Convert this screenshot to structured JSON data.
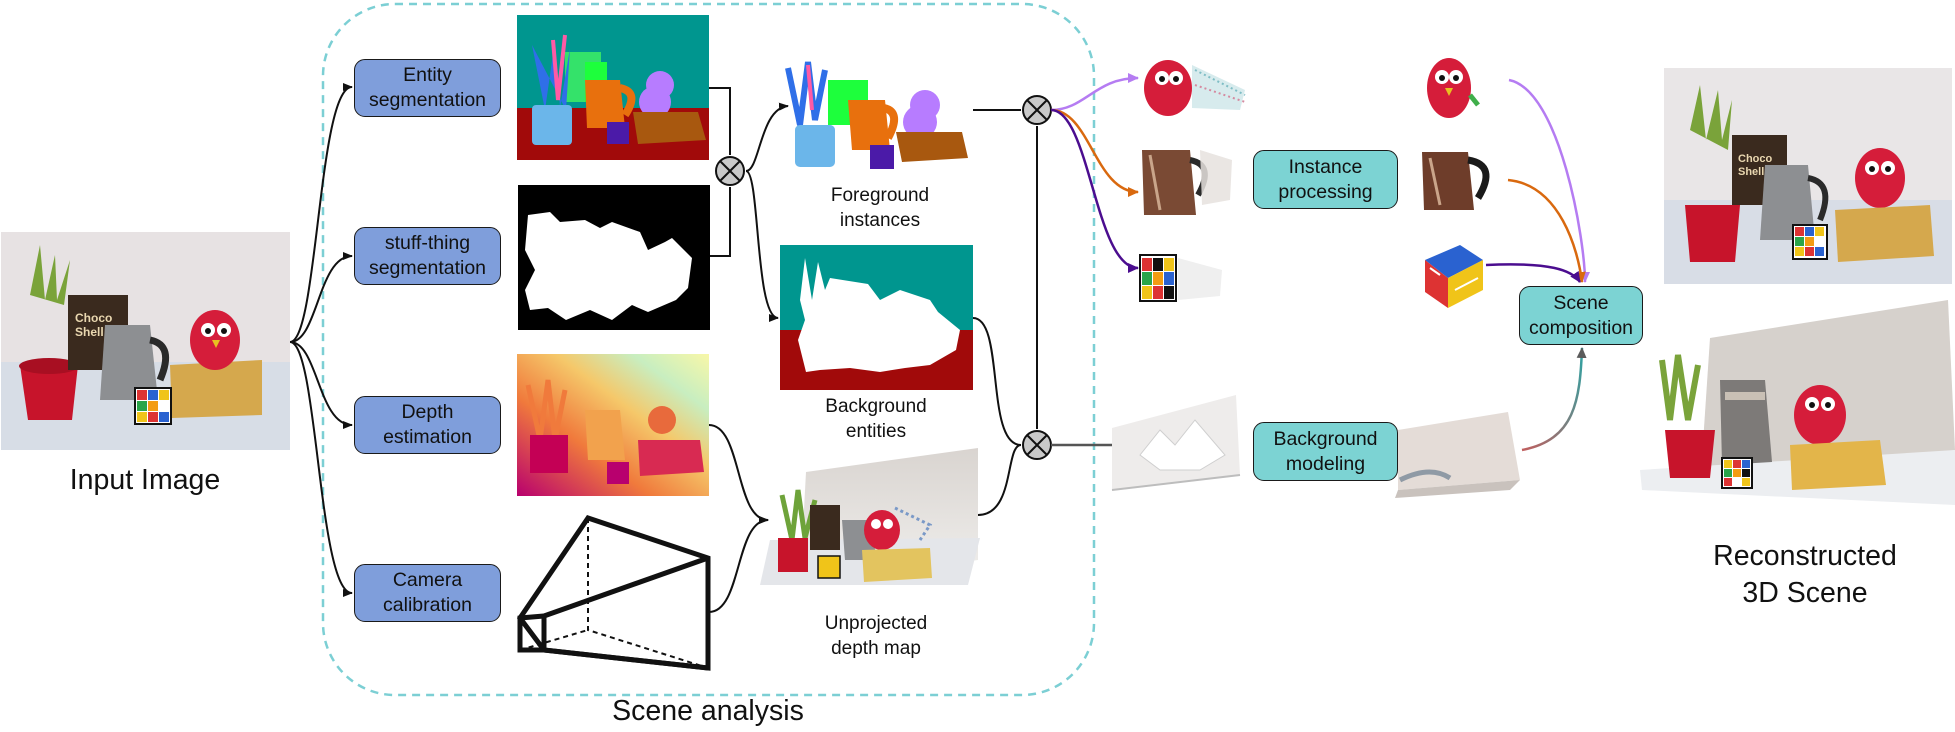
{
  "input": {
    "caption": "Input Image"
  },
  "scene_analysis": {
    "title": "Scene analysis"
  },
  "steps": {
    "entity_segmentation": "Entity\nsegmentation",
    "stuff_thing_segmentation": "stuff-thing\nsegmentation",
    "depth_estimation": "Depth\nestimation",
    "camera_calibration": "Camera\ncalibration"
  },
  "outputs": {
    "foreground_instances": "Foreground\ninstances",
    "background_entities": "Background\nentities",
    "unprojected_depth_map": "Unprojected\ndepth map"
  },
  "processing": {
    "instance_processing": "Instance\nprocessing",
    "background_modeling": "Background\nmodeling",
    "scene_composition": "Scene\ncomposition"
  },
  "result": {
    "caption": "Reconstructed\n3D Scene"
  },
  "colors": {
    "step_box": "#7f9edb",
    "processing_box": "#7cd3d3",
    "dashed_border": "#7ccfd4",
    "segmentation_teal": "#00968f",
    "segmentation_red": "#a10a0a",
    "parrot_path": "#b57cf2",
    "kettle_path": "#d9690f",
    "cube_path": "#4b0d8f"
  }
}
